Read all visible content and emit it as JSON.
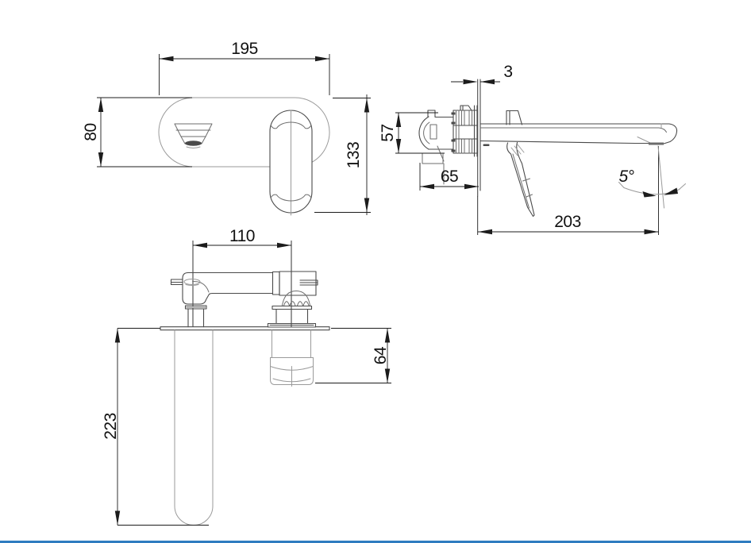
{
  "page": {
    "background": "#ffffff",
    "accent_rule_color": "#2f7cc0"
  },
  "drawing": {
    "front_view": {
      "width_mm": "195",
      "plate_height_mm": "80",
      "overall_height_mm": "133"
    },
    "side_view": {
      "plate_thickness_mm": "3",
      "body_height_mm": "57",
      "recess_depth_mm": "65",
      "spout_reach_mm": "203",
      "stream_angle": "5°"
    },
    "top_view": {
      "centre_distance_mm": "110",
      "handle_projection_mm": "64",
      "spout_length_mm": "223"
    }
  }
}
